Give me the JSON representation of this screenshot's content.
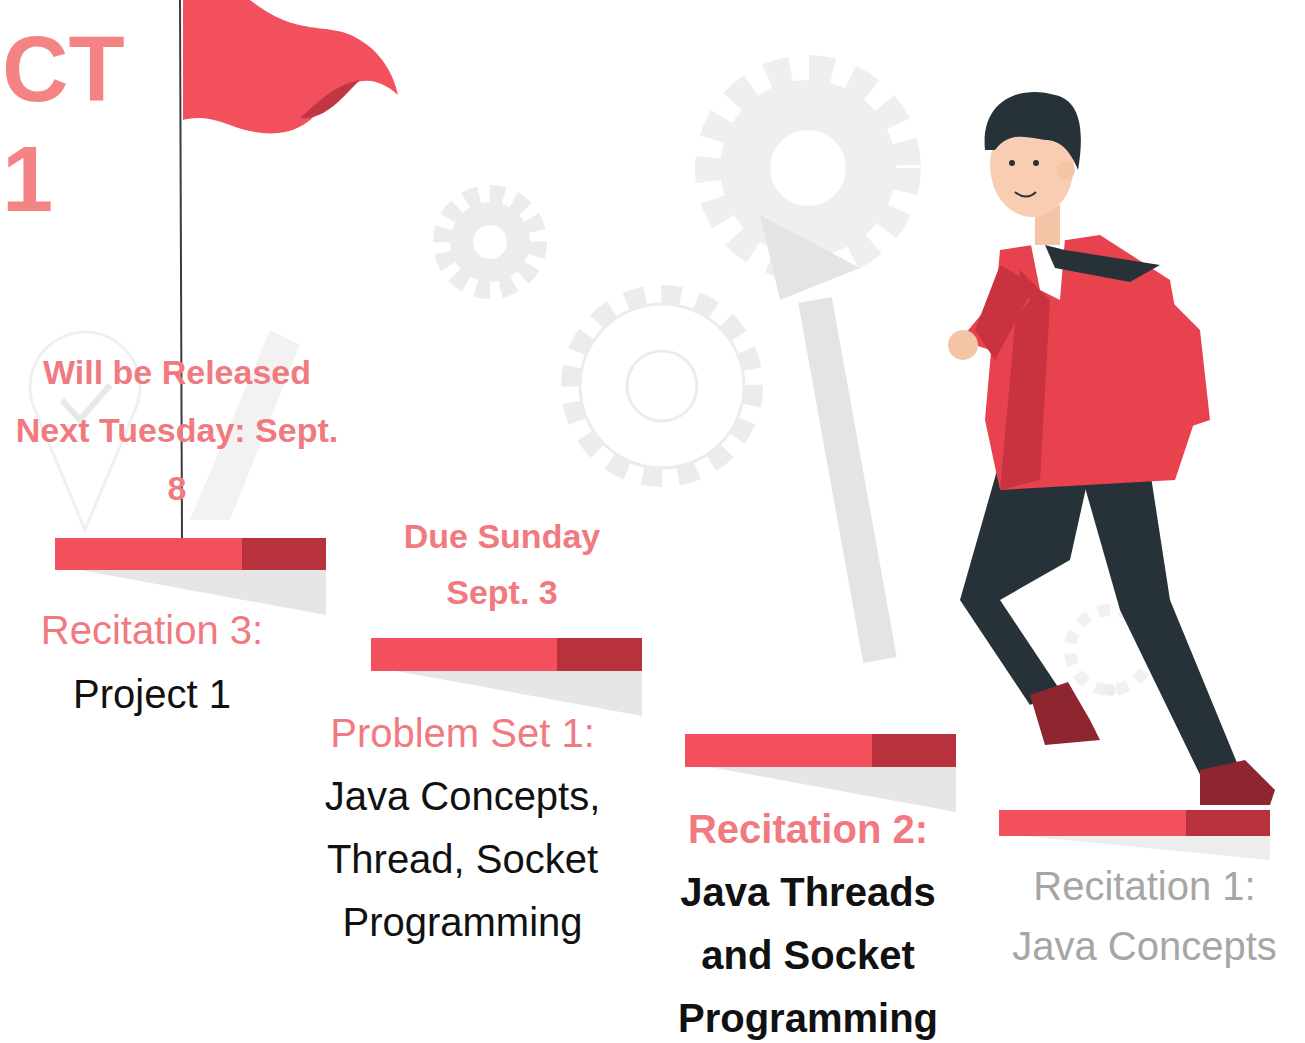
{
  "diagram": {
    "nodes": [
      {
        "text": [
          "Recitation 3:",
          "Project 1"
        ]
      },
      {
        "text": [
          "Problem Set 1:",
          "Java Concepts, Thread, Socket Programming"
        ]
      },
      {
        "text": [
          "Recitation 2:",
          "Java Threads and Socket Programming"
        ]
      },
      {
        "text": [
          "Recitation 1:",
          "Java Concepts"
        ]
      }
    ],
    "labels": [
      "CT 1",
      "Will be Released Next Tuesday: Sept. 8",
      "Due Sunday Sept. 3"
    ]
  }
}
